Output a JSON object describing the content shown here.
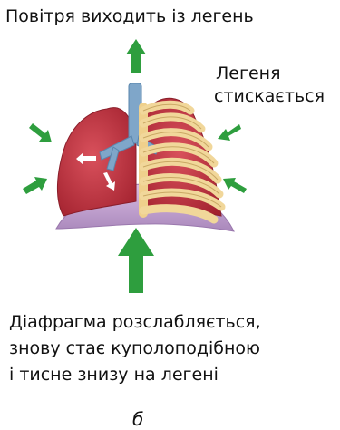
{
  "title": "Повітря виходить із легень",
  "lung_label": {
    "line1": "Легеня",
    "line2": "стискається"
  },
  "caption": {
    "line1": "Діафрагма розслабляється,",
    "line2": "знову стає куполоподібною",
    "line3": "і тисне знизу на легені"
  },
  "panel_letter": "б",
  "colors": {
    "arrow_green": "#2e9e3e",
    "lung_red": "#c8323f",
    "trachea_blue": "#7fa6c9",
    "diaphragm_purple": "#c9a6d6",
    "ribs_tan": "#f1d79a"
  }
}
